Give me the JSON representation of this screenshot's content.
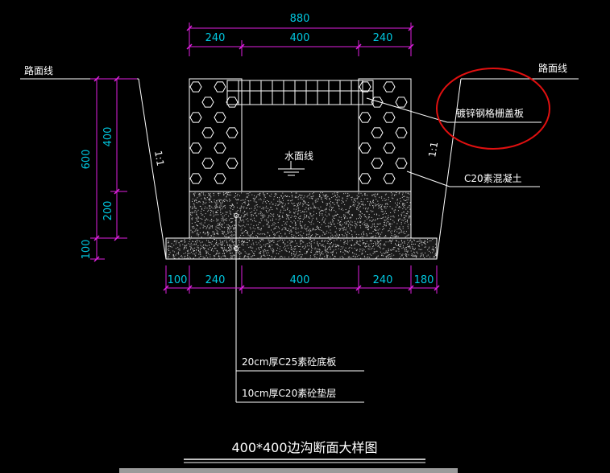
{
  "drawing": {
    "title": "400*400边沟断面大样图",
    "road_line_left": "路面线",
    "road_line_right": "路面线",
    "water_line": "水面线",
    "grating_label": "镀锌钢格栅盖板",
    "concrete_label": "C20素混凝土",
    "slope_left": "1:1",
    "slope_right": "1:1",
    "base_label_1": "20cm厚C25素砼底板",
    "base_label_2": "10cm厚C20素砼垫层"
  },
  "dims_top": {
    "total": "880",
    "left": "240",
    "mid": "400",
    "right": "240"
  },
  "dims_bottom": {
    "d1": "100",
    "d2": "240",
    "d3": "400",
    "d4": "240",
    "d5": "180"
  },
  "dims_left": {
    "total": "600",
    "upper": "400",
    "lower": "200",
    "base": "100"
  },
  "colors": {
    "background": "#000000",
    "dimension_line": "#e020e0",
    "dimension_text": "#00c8e0",
    "outline": "#ffffff",
    "highlight": "#e01010"
  }
}
